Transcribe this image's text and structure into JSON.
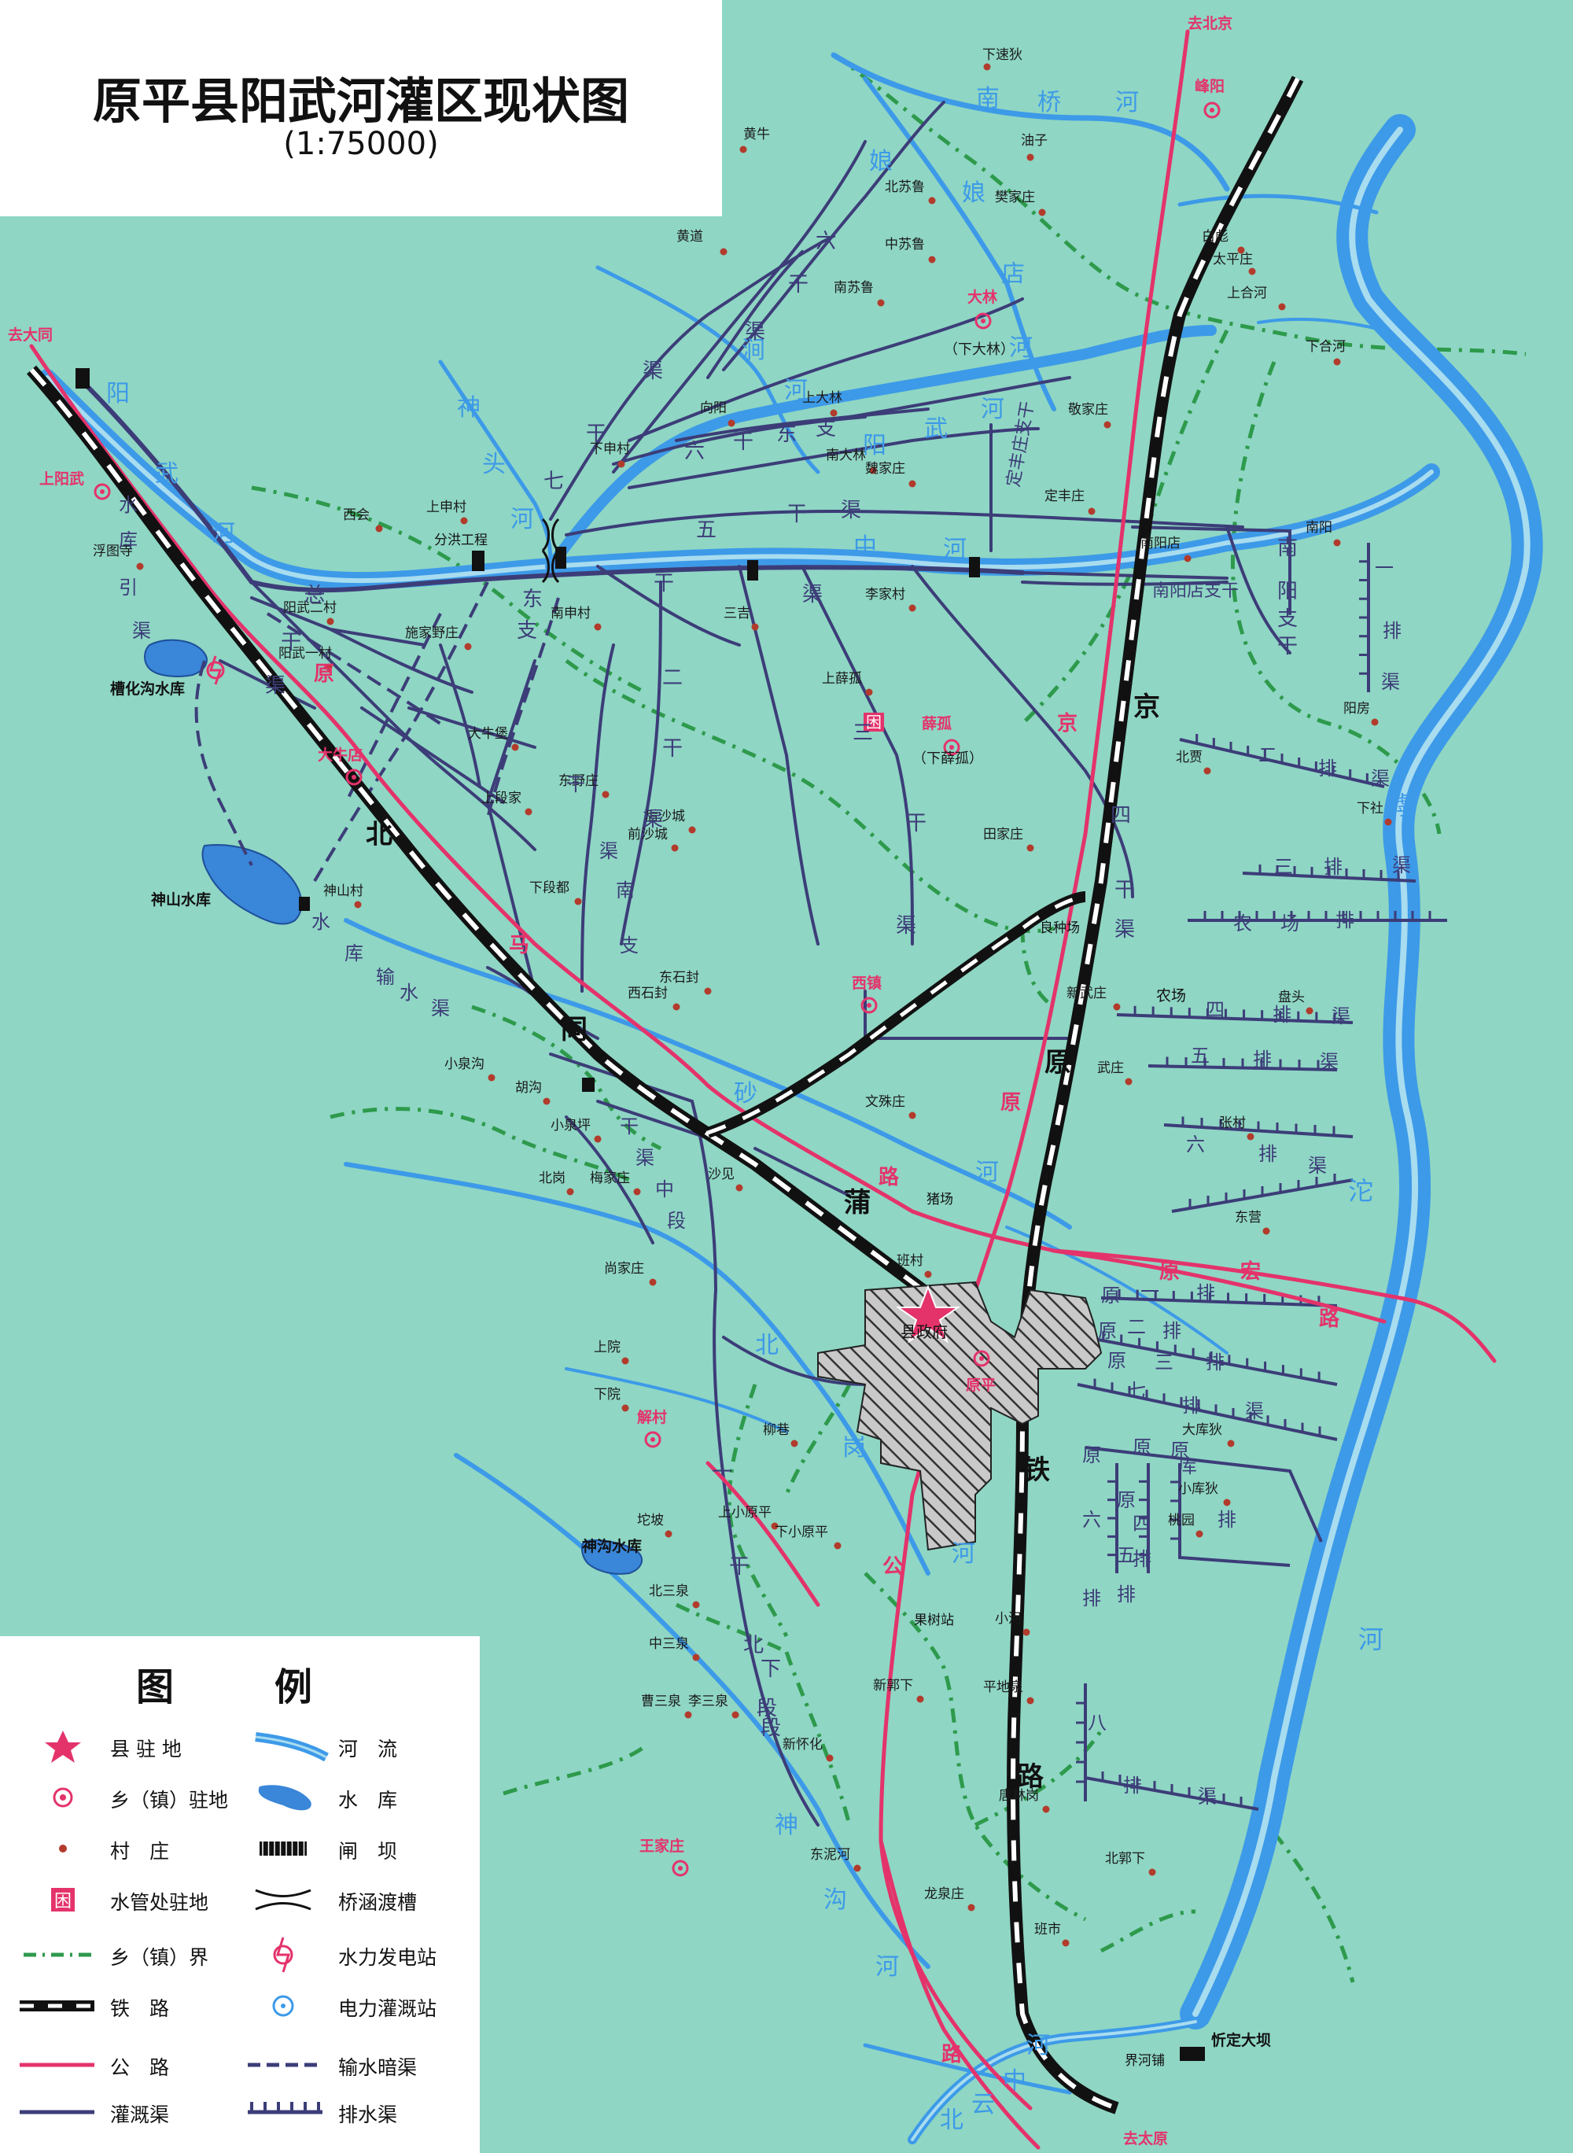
{
  "title": "原平县阳武河灌区现状图",
  "scale": "(1:75000)",
  "legend": {
    "title": "图　例",
    "items": [
      {
        "key": "county_seat",
        "label": "县 驻 地"
      },
      {
        "key": "river",
        "label": "河　流"
      },
      {
        "key": "township_seat",
        "label": "乡（镇）驻地"
      },
      {
        "key": "reservoir",
        "label": "水　库"
      },
      {
        "key": "village",
        "label": "村　庄"
      },
      {
        "key": "sluice",
        "label": "闸　坝"
      },
      {
        "key": "water_office",
        "label": "水管处驻地"
      },
      {
        "key": "aqueduct",
        "label": "桥涵渡槽"
      },
      {
        "key": "boundary",
        "label": "乡（镇）界"
      },
      {
        "key": "hydropower",
        "label": "水力发电站"
      },
      {
        "key": "railway",
        "label": "铁　路"
      },
      {
        "key": "pump_station",
        "label": "电力灌溉站"
      },
      {
        "key": "highway",
        "label": "公　路"
      },
      {
        "key": "covered_canal",
        "label": "输水暗渠"
      },
      {
        "key": "irrigation_canal",
        "label": "灌溉渠"
      },
      {
        "key": "drainage_canal",
        "label": "排水渠"
      }
    ]
  },
  "directions": {
    "beijing": "去北京",
    "datong": "去大同",
    "taiyuan": "去太原"
  },
  "towns": {
    "yangwu": "上阳武",
    "dashao": "大牛店",
    "xizhen": "西镇",
    "xiexiao": "薛孤",
    "xiexiao_sub": "（下薛孤）",
    "dalin": "大林",
    "dalin_sub": "（下大林）",
    "jiecun": "解村",
    "wangjiazhuang": "王家庄",
    "fengyang": "峰阳",
    "yuanping": "原平",
    "county_gov": "县政府"
  },
  "facilities": {
    "caohua_res": "槽化沟水库",
    "shenshan_res": "神山水库",
    "shengou_res": "神沟水库",
    "xindingdaba": "忻定大坝",
    "jiehezhen": "界河铺",
    "fenhong": "分洪工程",
    "liangzhongchang": "良种场",
    "zhuchang": "猪场",
    "guoshuzhan": "果树站",
    "nongchang": "农场"
  },
  "rivers": {
    "yangwu": [
      "阳",
      "武",
      "河"
    ],
    "nanqiao": [
      "南",
      "桥",
      "河"
    ],
    "niangniangdian": [
      "娘",
      "娘",
      "店",
      "河"
    ],
    "jianhe": [
      "涧",
      "河"
    ],
    "yangwu_mid": [
      "阳",
      "武",
      "河"
    ],
    "zhonghe": [
      "中",
      "河"
    ],
    "shentou": [
      "神",
      "头",
      "河"
    ],
    "hutuo": [
      "滹",
      "沱",
      "河"
    ],
    "beigang": [
      "北",
      "岗",
      "河"
    ],
    "shashe": [
      "砂",
      "河"
    ],
    "shengou": [
      "神",
      "沟",
      "河"
    ],
    "yunzhong": [
      "云",
      "中",
      "河"
    ],
    "north_beiyun": [
      "北"
    ]
  },
  "rail_label": {
    "jingyuan": [
      "京",
      "原",
      "铁",
      "路"
    ],
    "beitong": [
      "北",
      "同",
      "蒲"
    ]
  },
  "road_labels": {
    "datongdao": [
      "原",
      "马",
      "路"
    ],
    "yuanhong": [
      "原",
      "宏",
      "路"
    ],
    "jing": [
      "京",
      "原",
      "公",
      "路"
    ]
  },
  "canals": {
    "zonggan": [
      "总",
      "干",
      "渠"
    ],
    "wugan": [
      "五",
      "干",
      "渠"
    ],
    "liugan": [
      "六",
      "干",
      "东",
      "支"
    ],
    "liuganqu": [
      "六",
      "干",
      "渠"
    ],
    "qigan": [
      "七",
      "干",
      "渠"
    ],
    "ergan": [
      "二",
      "干",
      "渠"
    ],
    "sangan": [
      "三",
      "干",
      "渠"
    ],
    "sigan": [
      "四",
      "干",
      "渠"
    ],
    "yigan": [
      "一",
      "干",
      "渠"
    ],
    "yiganxi": [
      "下",
      "段"
    ],
    "dingzhuang": "定丰庄支干",
    "nanyangdian": "南阳店支干",
    "nanyangzhi": [
      "南",
      "阳",
      "支",
      "干"
    ],
    "shuiku_yin": [
      "水",
      "库",
      "引",
      "渠"
    ],
    "beigang_qu": [
      "一",
      "干",
      "北",
      "段"
    ],
    "shenshan_shuiqu": [
      "水",
      "库",
      "输",
      "水",
      "渠"
    ],
    "gonggan": [
      "干",
      "渠",
      "南",
      "支"
    ],
    "dongzhi": [
      "东",
      "支"
    ],
    "shengou_qu": [
      "干",
      "渠",
      "中",
      "段"
    ]
  },
  "drains": {
    "p1": [
      "一",
      "排",
      "渠"
    ],
    "p2": [
      "二",
      "排",
      "渠"
    ],
    "p3": [
      "三",
      "排",
      "渠"
    ],
    "p4": [
      "四",
      "排",
      "渠"
    ],
    "p5": [
      "五",
      "排",
      "渠"
    ],
    "p6": [
      "六",
      "排",
      "渠"
    ],
    "p7": [
      "七",
      "排",
      "渠"
    ],
    "p8": [
      "八",
      "排",
      "渠"
    ],
    "nongchangpai": [
      "农",
      "场",
      "排"
    ],
    "yuan1": [
      "原",
      "一",
      "排"
    ],
    "yuan2": [
      "原",
      "二",
      "排"
    ],
    "yuan3": [
      "原",
      "三",
      "排"
    ],
    "yuan4": [
      "原",
      "四",
      "排"
    ],
    "yuan5": [
      "原",
      "五",
      "排"
    ],
    "yuan6": [
      "原",
      "六",
      "排"
    ],
    "yuanku": [
      "原",
      "库",
      "排"
    ]
  },
  "villages": [
    {
      "n": "下速狄"
    },
    {
      "n": "黄牛"
    },
    {
      "n": "油子"
    },
    {
      "n": "北苏鲁"
    },
    {
      "n": "樊家庄"
    },
    {
      "n": "黄道"
    },
    {
      "n": "中苏鲁"
    },
    {
      "n": "白彪"
    },
    {
      "n": "太平庄"
    },
    {
      "n": "南苏鲁"
    },
    {
      "n": "上合河"
    },
    {
      "n": "下合河"
    },
    {
      "n": "向阳"
    },
    {
      "n": "上大林"
    },
    {
      "n": "敬家庄"
    },
    {
      "n": "下申村"
    },
    {
      "n": "南大林"
    },
    {
      "n": "魏家庄"
    },
    {
      "n": "西会"
    },
    {
      "n": "上申村"
    },
    {
      "n": "定丰庄"
    },
    {
      "n": "南阳店"
    },
    {
      "n": "南阳"
    },
    {
      "n": "浮图寺"
    },
    {
      "n": "阳武二村"
    },
    {
      "n": "施家野庄"
    },
    {
      "n": "南申村"
    },
    {
      "n": "三吉"
    },
    {
      "n": "李家村"
    },
    {
      "n": "阳武一村"
    },
    {
      "n": "上薛孤"
    },
    {
      "n": "阳房"
    },
    {
      "n": "大牛堡"
    },
    {
      "n": "北贾"
    },
    {
      "n": "东野庄"
    },
    {
      "n": "后沙城"
    },
    {
      "n": "上段家"
    },
    {
      "n": "前沙城"
    },
    {
      "n": "田家庄"
    },
    {
      "n": "下社"
    },
    {
      "n": "神山村"
    },
    {
      "n": "下段都"
    },
    {
      "n": "东石封"
    },
    {
      "n": "西石封"
    },
    {
      "n": "新武庄"
    },
    {
      "n": "盘头"
    },
    {
      "n": "小泉沟"
    },
    {
      "n": "武庄"
    },
    {
      "n": "胡沟"
    },
    {
      "n": "小泉坪"
    },
    {
      "n": "文殊庄"
    },
    {
      "n": "张村"
    },
    {
      "n": "北岗"
    },
    {
      "n": "梅家庄"
    },
    {
      "n": "沙见"
    },
    {
      "n": "东营"
    },
    {
      "n": "尚家庄"
    },
    {
      "n": "班村"
    },
    {
      "n": "上院"
    },
    {
      "n": "下院"
    },
    {
      "n": "柳巷"
    },
    {
      "n": "大库狄"
    },
    {
      "n": "小库狄"
    },
    {
      "n": "桃园"
    },
    {
      "n": "坨坡"
    },
    {
      "n": "上小原平"
    },
    {
      "n": "下小原平"
    },
    {
      "n": "北三泉"
    },
    {
      "n": "小河"
    },
    {
      "n": "中三泉"
    },
    {
      "n": "曹三泉"
    },
    {
      "n": "李三泉"
    },
    {
      "n": "新郭下"
    },
    {
      "n": "平地泉"
    },
    {
      "n": "新怀化"
    },
    {
      "n": "唐林岗"
    },
    {
      "n": "东泥河"
    },
    {
      "n": "北郭下"
    },
    {
      "n": "龙泉庄"
    },
    {
      "n": "班市"
    }
  ],
  "colors": {
    "background": "#8fd6c4",
    "river": "#3d9ae8",
    "river_light": "#a8dcef",
    "reservoir": "#3a86d8",
    "canal": "#3c3d78",
    "road": "#e4336b",
    "boundary": "#2e9a4c",
    "village": "#b23b2c",
    "town": "#e4336b",
    "rail_dark": "#111111"
  }
}
